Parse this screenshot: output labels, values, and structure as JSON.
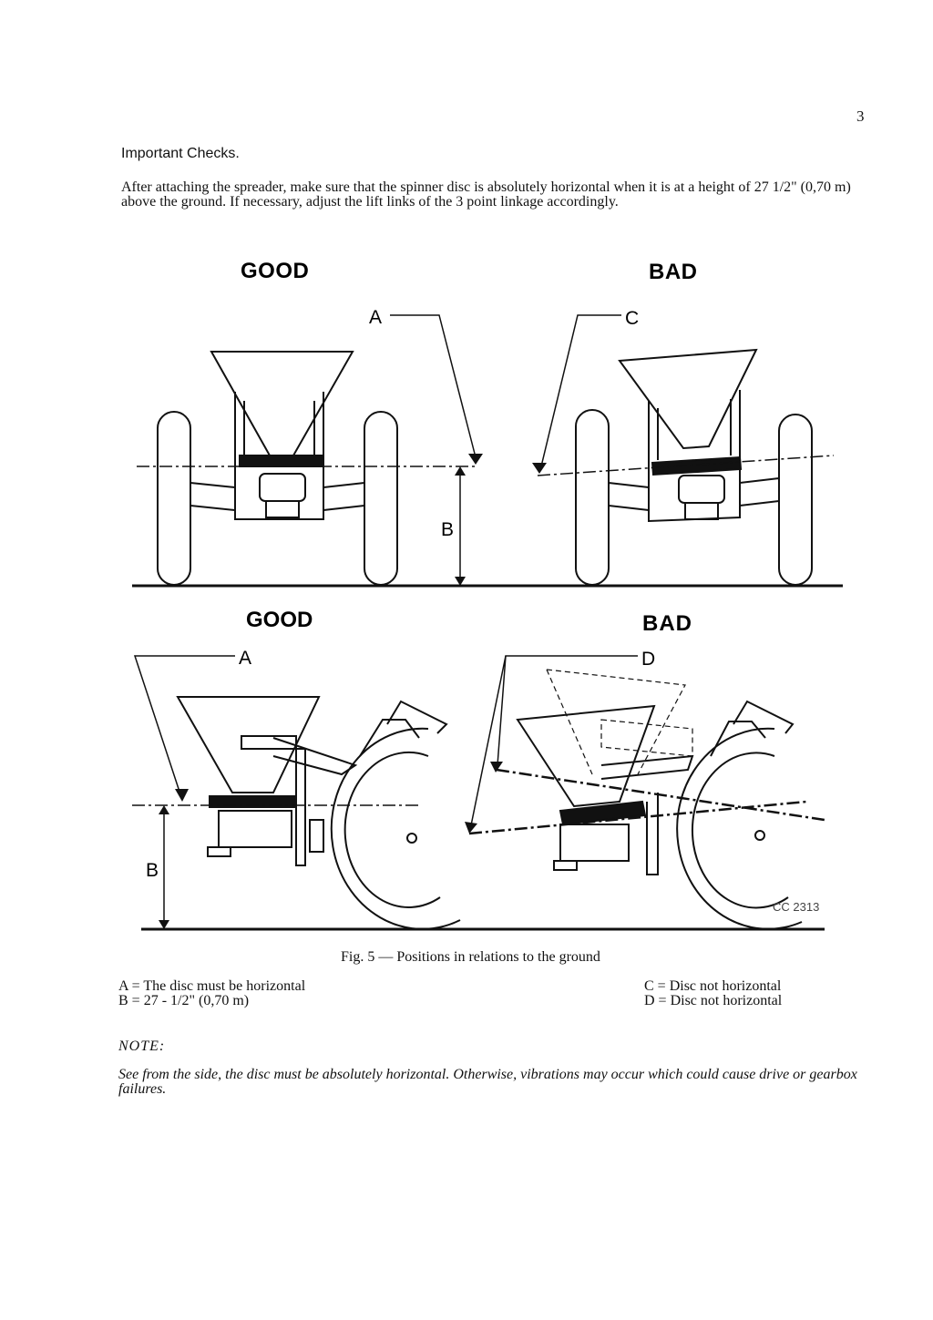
{
  "page_number": "3",
  "heading": "Important Checks.",
  "intro": "After attaching the spreader, make sure that the spinner disc is absolutely horizontal when it is at a height of 27 1/2\" (0,70 m) above the ground. If necessary, adjust the lift links of the 3 point linkage accordingly.",
  "figure": {
    "top_good": "GOOD",
    "top_bad": "BAD",
    "bottom_good": "GOOD",
    "bottom_bad": "BAD",
    "label_a": "A",
    "label_b": "B",
    "label_c": "C",
    "label_d": "D",
    "code": "CC 2313"
  },
  "caption": "Fig. 5 — Positions in relations to the ground",
  "legend": {
    "a": "A = The disc must  be horizontal",
    "b": "B = 27 - 1/2\" (0,70 m)",
    "c": "C = Disc not horizontal",
    "d": "D = Disc not horizontal"
  },
  "note": {
    "title": "NOTE:",
    "body": "See from the side, the disc must be absolutely horizontal. Otherwise, vibrations may occur which could cause drive or gearbox failures."
  }
}
